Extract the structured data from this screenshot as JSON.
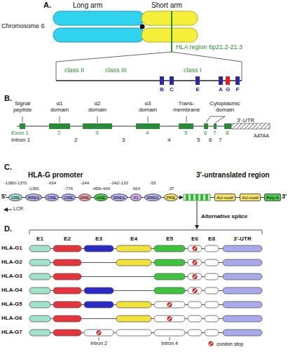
{
  "diagram": {
    "nodes": [
      {
        "text": [
          "CRE"
        ]
      },
      {
        "text": [
          "RRES"
        ]
      },
      {
        "text": [
          "CRE"
        ]
      },
      {
        "text": [
          "CRE"
        ]
      },
      {
        "text": [
          "RRE"
        ]
      },
      {
        "text": [
          "HSE"
        ]
      },
      {
        "text": [
          "RRES"
        ]
      },
      {
        "text": [
          "X1"
        ]
      },
      {
        "text": [
          "RRES"
        ]
      },
      {
        "text": [
          "PRE"
        ]
      },
      {
        "text": [
          "AU-motif"
        ]
      },
      {
        "text": [
          "AU-motif"
        ]
      },
      {
        "text": [
          "Poly-A"
        ]
      }
    ],
    "labels": [
      "A.",
      "Long arm",
      "Short arm",
      "Chromosome 6",
      "HLA region 6p21.2-21.3",
      "class II",
      "class III",
      "class I",
      "B",
      "C",
      "E",
      "A",
      "G",
      "F",
      "B.",
      "Signal peptide",
      "α1 domain",
      "α2 domain",
      "α3 domain",
      "Trans-membrane",
      "Cytoplasmic domain",
      "3'-UTR",
      "Exon 1",
      "2",
      "3",
      "4",
      "5",
      "6",
      "7",
      "8",
      "Intron 1",
      "2",
      "3",
      "4",
      "5",
      "6",
      "7",
      "AATAA",
      "C.",
      "HLA-G promoter",
      "3'-untranslated region",
      "5'",
      "-1380/-1370",
      "-1350",
      "-934",
      "-776",
      "-244",
      "-459/-404",
      "-142/-133",
      "-924",
      "-53",
      "-37",
      "3'",
      "LCR",
      "Alternative splice",
      "D.",
      "E1",
      "E2",
      "E3",
      "E4",
      "E5",
      "E6",
      "E8",
      "3'-UTR",
      "HLA-G1",
      "HLA-G2",
      "HLA-G3",
      "HLA-G4",
      "HLA-G5",
      "HLA-G6",
      "HLA-G7",
      "Intron 2",
      "Intron 4"
    ],
    "legend": [
      {
        "text": "condon stop"
      }
    ]
  }
}
